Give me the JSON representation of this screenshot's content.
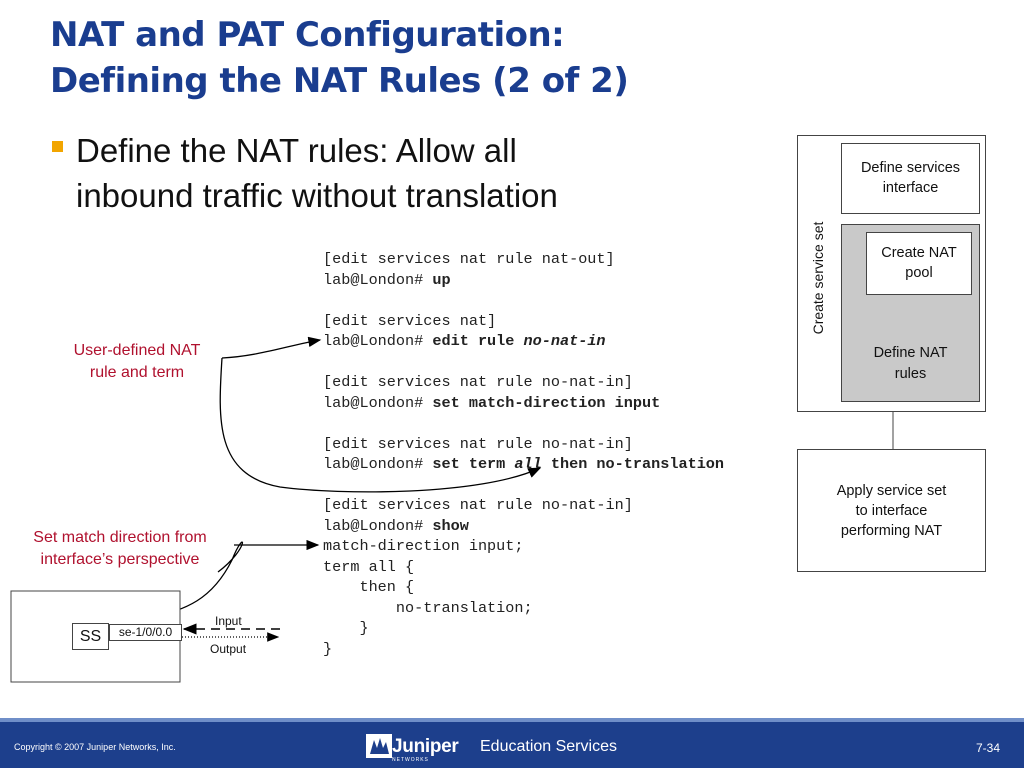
{
  "title": {
    "line1": "NAT and PAT Configuration:",
    "line2": "Defining the NAT Rules (2 of 2)"
  },
  "bullet": {
    "line1": "Define the NAT rules: Allow all",
    "line2": "inbound traffic without translation"
  },
  "code": {
    "hier1": "[edit services nat rule nat-out]",
    "prompt": "lab@London# ",
    "cmd1": "up",
    "hier2": "[edit services nat]",
    "cmd2_a": "edit rule ",
    "cmd2_b": "no-nat-in",
    "hier3": "[edit services nat rule no-nat-in]",
    "cmd3": "set match-direction input",
    "cmd4_a": "set term ",
    "cmd4_b": "all",
    "cmd4_c": " then no-translation",
    "cmd5": "show",
    "out1": "match-direction input;",
    "out2": "term all {",
    "out3": "    then {",
    "out4": "        no-translation;",
    "out5": "    }",
    "out6": "}"
  },
  "annotations": {
    "rule_term_1": "User-defined NAT",
    "rule_term_2": "rule and term",
    "match_dir_1": "Set match direction from",
    "match_dir_2": "interface’s perspective"
  },
  "interface_diagram": {
    "ss_label": "SS",
    "iface_label": "se-1/0/0.0",
    "input_label": "Input",
    "output_label": "Output"
  },
  "flow_diagram": {
    "outer_label": "Create service set",
    "services_iface_1": "Define services",
    "services_iface_2": "interface",
    "nat_pool_1": "Create NAT",
    "nat_pool_2": "pool",
    "nat_rules_1": "Define NAT",
    "nat_rules_2": "rules",
    "apply_1": "Apply service set",
    "apply_2": "to interface",
    "apply_3": "performing NAT"
  },
  "footer": {
    "copyright": "Copyright © 2007 Juniper Networks, Inc.",
    "logo_word": "Juniper",
    "logo_sub": "NETWORKS",
    "edu": "Education Services",
    "page": "7-34"
  },
  "colors": {
    "title": "#1a3d8f",
    "annotation": "#b0112e",
    "bullet": "#f2a500",
    "footer": "#1d3f8c"
  }
}
